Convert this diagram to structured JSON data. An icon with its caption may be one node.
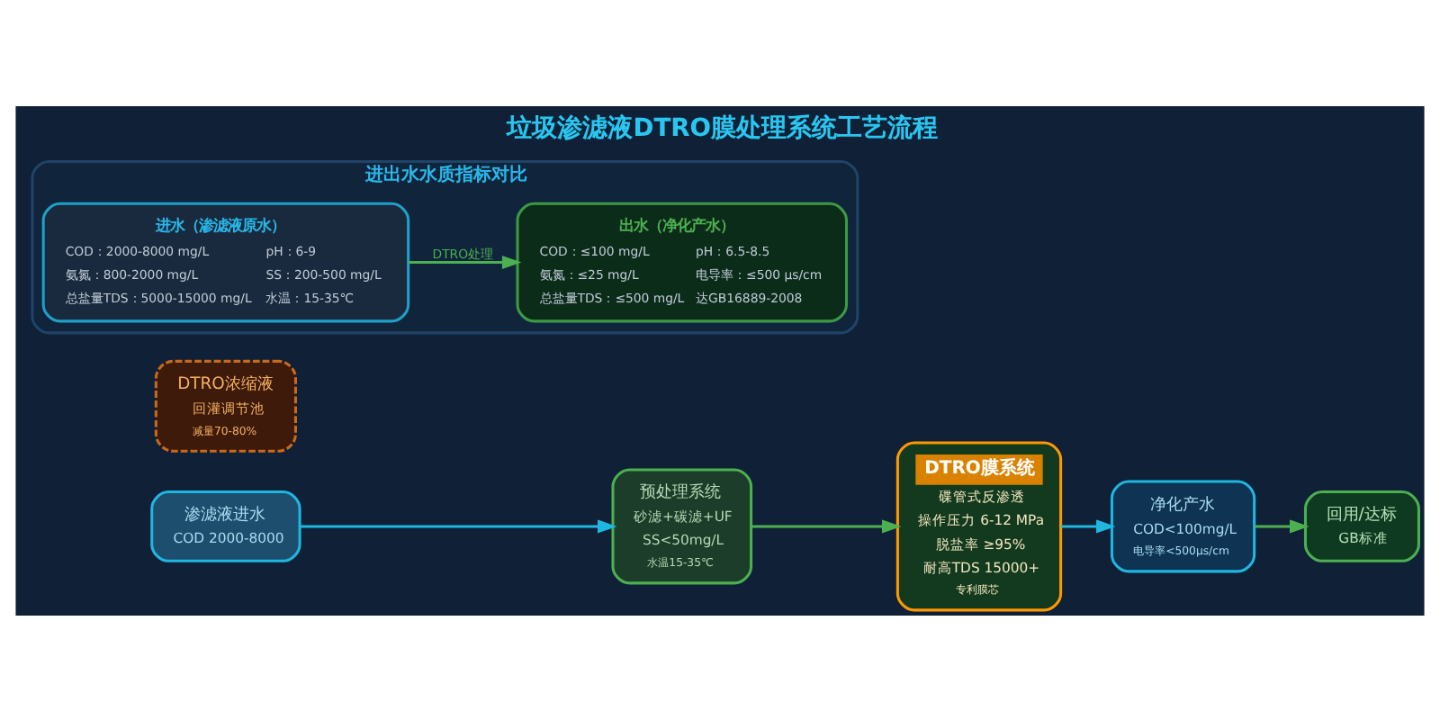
{
  "diagram": {
    "title": "垃圾渗滤液DTRO膜处理系统工艺流程",
    "nodes": [
      {
        "text": [
          "渗滤液进水",
          "COD 2000-8000"
        ]
      },
      {
        "text": [
          "预处理系统",
          "砂滤+碳滤+UF",
          "SS<50mg/L",
          "水温15-35℃"
        ]
      },
      {
        "text": [
          "DTRO膜系统",
          "碟管式反渗透",
          "操作压力 6-12 MPa",
          "脱盐率 ≥95%",
          "耐高TDS 15000+",
          "专利膜芯"
        ]
      },
      {
        "text": [
          "DTRO浓缩液",
          "回灌调节池",
          "减量70-80%"
        ]
      },
      {
        "text": [
          "净化产水",
          "COD<100mg/L",
          "电导率<500μs/cm"
        ]
      },
      {
        "text": [
          "回用/达标",
          "GB标准"
        ]
      },
      {
        "text": [
          "进出水水质指标对比"
        ]
      },
      {
        "text": [
          "进水（渗滤液原水）",
          "COD：2000-8000 mg/L",
          "pH：6-9",
          "氨氮：800-2000 mg/L",
          "SS：200-500 mg/L",
          "总盐量TDS：5000-15000 mg/L",
          "水温：15-35℃"
        ],
        "in": 6
      },
      {
        "text": [
          "出水（净化产水）",
          "COD：≤100 mg/L",
          "pH：6.5-8.5",
          "氨氮：≤25 mg/L",
          "电导率：≤500 μs/cm",
          "总盐量TDS：≤500 mg/L",
          "达GB16889-2008"
        ],
        "in": 6
      }
    ],
    "edges": [
      {
        "from": 0,
        "to": 1,
        "arrow": "to",
        "color": "#1fb6e0"
      },
      {
        "from": 1,
        "to": 2,
        "arrow": "to",
        "color": "#4caf50"
      },
      {
        "from": 2,
        "to": 4,
        "arrow": "to",
        "color": "#1fb6e0"
      },
      {
        "from": 4,
        "to": 5,
        "arrow": "to",
        "color": "#4caf50"
      },
      {
        "from": 7,
        "to": 8,
        "arrow": "to",
        "label": "DTRO处理",
        "color": "#4caf50"
      }
    ]
  }
}
